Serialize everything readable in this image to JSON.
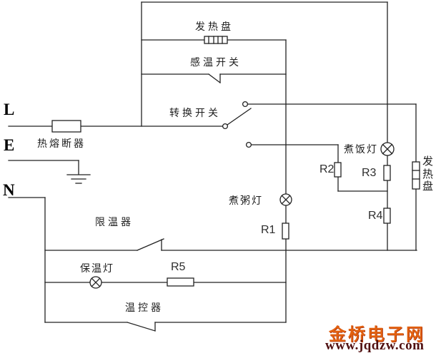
{
  "diagram": {
    "title_hint": "rice-cooker circuit schematic",
    "labels": {
      "heating_plate_top": "发热盘",
      "temp_sensing_switch": "感温开关",
      "changeover_switch": "转换开关",
      "thermal_fuse": "热熔断器",
      "rice_lamp": "煮饭灯",
      "porridge_lamp": "煮粥灯",
      "keep_warm_lamp": "保温灯",
      "heating_plate_right": "发热盘",
      "temp_limiter": "限温器",
      "thermostat": "温控器",
      "r1": "R1",
      "r2": "R2",
      "r3": "R3",
      "r4": "R4",
      "r5": "R5"
    },
    "terminals": {
      "live": "L",
      "earth": "E",
      "neutral": "N"
    }
  },
  "watermark": {
    "site_name": "金桥电子网",
    "site_url": "www.jqdzw.com"
  },
  "colors": {
    "background": "#ffffff",
    "wire": "#222222",
    "watermark_primary": "#e2600f",
    "watermark_secondary": "#4f0f10"
  }
}
